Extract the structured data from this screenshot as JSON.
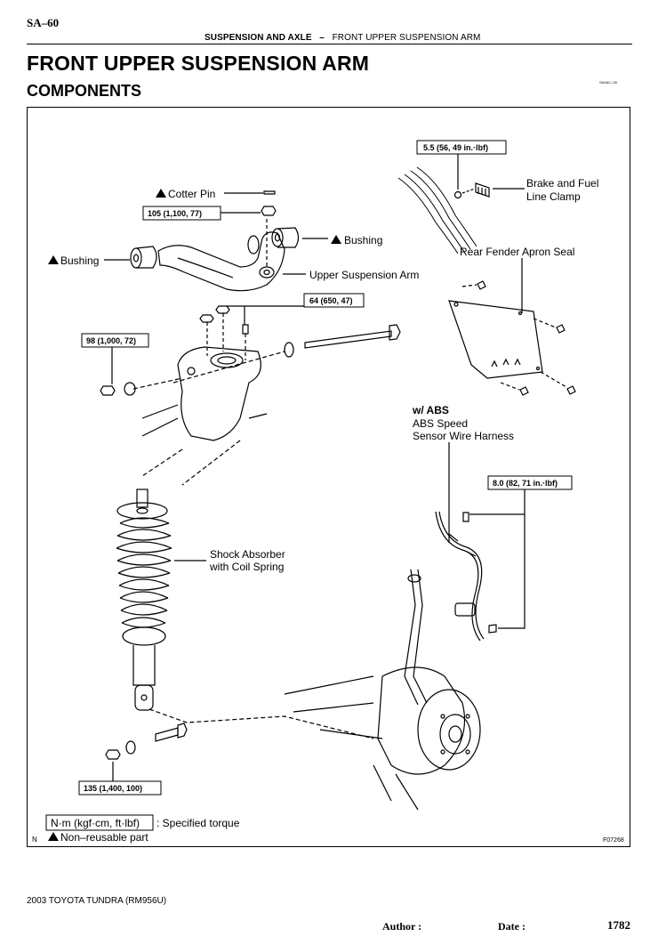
{
  "header": {
    "page_number": "SA–60",
    "section": "SUSPENSION AND AXLE",
    "separator": "–",
    "subsection": "FRONT UPPER SUSPENSION ARM",
    "doc_code": "SA0AC–05"
  },
  "title": "FRONT UPPER SUSPENSION ARM",
  "subtitle": "COMPONENTS",
  "diagram": {
    "torque_specs": {
      "clamp": "5.5 (56, 49 in.·lbf)",
      "arm_nut": "105 (1,100, 77)",
      "bracket_nuts": "64 (650, 47)",
      "shock_upper": "98 (1,000, 72)",
      "abs_bolts": "8.0 (82, 71 in.·lbf)",
      "shock_lower": "135 (1,400, 100)"
    },
    "labels": {
      "cotter_pin": "Cotter Pin",
      "bushing": "Bushing",
      "upper_arm": "Upper Suspension Arm",
      "brake_clamp_1": "Brake and Fuel",
      "brake_clamp_2": "Line Clamp",
      "apron_seal": "Rear Fender Apron Seal",
      "with_abs": "w/ ABS",
      "abs_1": "ABS Speed",
      "abs_2": "Sensor Wire Harness",
      "shock_1": "Shock Absorber",
      "shock_2": "with Coil Spring"
    },
    "legend": {
      "unit_box": "N·m (kgf·cm, ft·lbf)",
      "unit_desc": ": Specified torque",
      "marker": "N",
      "non_reusable": "Non–reusable part"
    },
    "figure_code": "F07268"
  },
  "footer": {
    "model": "2003 TOYOTA TUNDRA   (RM956U)",
    "author_label": "Author :",
    "date_label": "Date :",
    "page": "1782"
  }
}
